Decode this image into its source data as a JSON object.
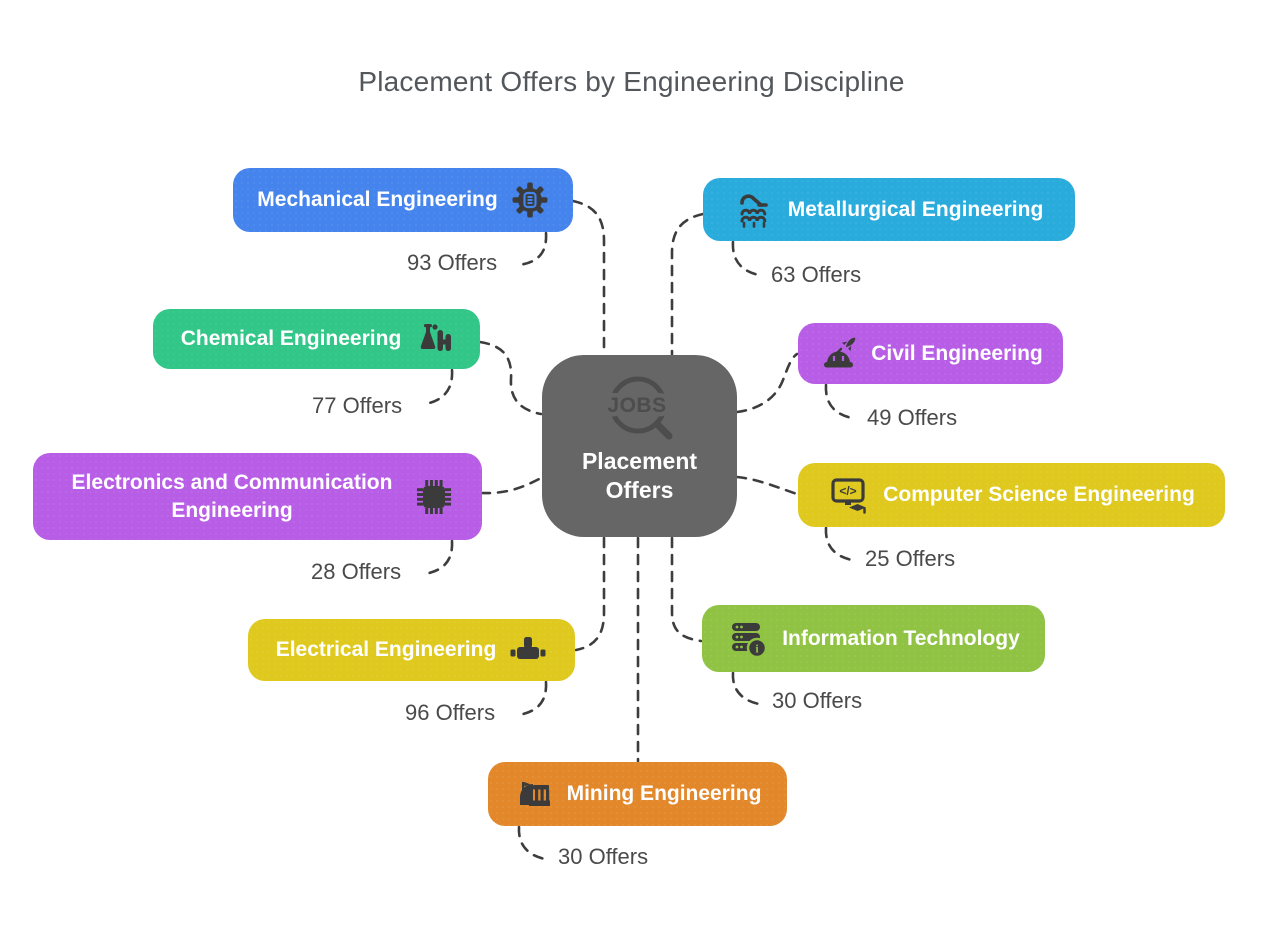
{
  "title": "Placement Offers by Engineering Discipline",
  "center": {
    "label": "Placement Offers",
    "icon_text": "JOBS",
    "color": "#666666"
  },
  "palette": {
    "connector": "#3d3d3d",
    "icon_dark": "#3b3b3b",
    "offers_text": "#4a4a4a"
  },
  "disciplines": [
    {
      "label": "Mechanical Engineering",
      "offers": "93 Offers",
      "color": "#4584ec",
      "icon": "gear-icon"
    },
    {
      "label": "Metallurgical Engineering",
      "offers": "63 Offers",
      "color": "#29abdc",
      "icon": "casting-machine-icon"
    },
    {
      "label": "Chemical Engineering",
      "offers": "77 Offers",
      "color": "#32c688",
      "icon": "chemistry-flask-icon"
    },
    {
      "label": "Civil Engineering",
      "offers": "49 Offers",
      "color": "#b85ee6",
      "icon": "hardhat-rocket-icon"
    },
    {
      "label": "Electronics and Communication Engineering",
      "offers": "28 Offers",
      "color": "#b85ee6",
      "icon": "microchip-icon"
    },
    {
      "label": "Computer Science Engineering",
      "offers": "25 Offers",
      "color": "#dfc91e",
      "icon": "code-monitor-icon"
    },
    {
      "label": "Electrical Engineering",
      "offers": "96 Offers",
      "color": "#dfc91e",
      "icon": "pipe-connector-icon"
    },
    {
      "label": "Information Technology",
      "offers": "30 Offers",
      "color": "#90c343",
      "icon": "server-info-icon"
    },
    {
      "label": "Mining Engineering",
      "offers": "30 Offers",
      "color": "#e2882b",
      "icon": "mine-icon"
    }
  ]
}
